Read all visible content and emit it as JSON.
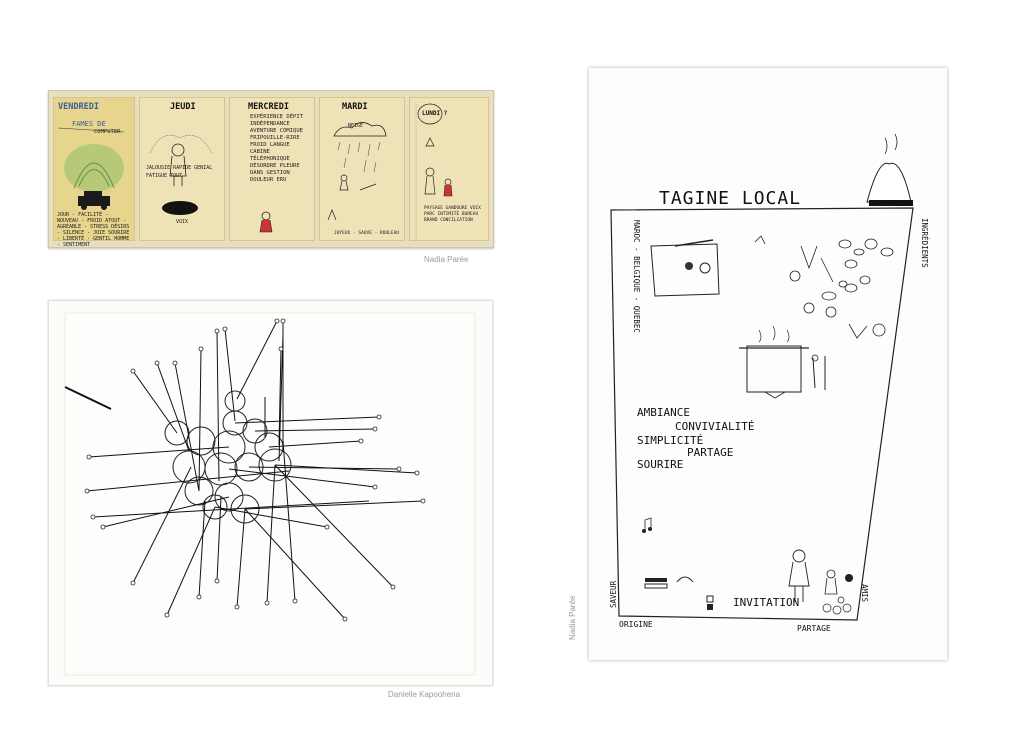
{
  "strip": {
    "days": [
      "VENDREDI",
      "JEUDI",
      "MERCREDI",
      "MARDI",
      "LUNDI ?"
    ],
    "friday_text": "FAMES DE",
    "friday_sub": "COMPUTER",
    "friday_bottom": "JOUR - FACILITÉ - NOUVEAU - FROID ATOUT - AGRÉABLE - STRESS DÉSIRS - SILENCE - JOIE SOURIRE - LIBERTÉ - GENTIL HOMME - SENTIMENT",
    "thursday_words": "JALOUSIE RAPIDE GENIAL FATIGUE TOUT",
    "thursday_bottom": "VOIX",
    "wednesday_words": "EXPÉRIENCE DÉPIT INDÉPENDANCE AVENTURE COMIQUE FRIPOUILLE-RIRE FROID LANGUE CABINE TÉLÉPHONIQUE DÉSORDRE PLEURE DANS GESTION DOULEUR ERU",
    "tuesday_word": "NEIGE",
    "tuesday_bottom": "JOYEUX - SAUVE - ROULEAU",
    "monday_words": "PAYSAGE GANDOURE VOIX PARC INTIMITÉ BUREAU BRAND CONCILIATION",
    "credit": "Nadia Parée"
  },
  "network": {
    "credit": "Danielle Kapoohena"
  },
  "tagine": {
    "title": "TAGINE  LOCAL",
    "left_vertical": "MAROC - BELGIQUE - QUEBEC",
    "right_vertical": "INGRÉDIENTS",
    "words": [
      "AMBIANCE",
      "CONVIVIALITÉ",
      "SIMPLICITÉ",
      "PARTAGE",
      "SOURIRE"
    ],
    "invitation": "INVITATION",
    "bottom_left": "ORIGINE",
    "bottom_right": "PARTAGE",
    "left_bottom_vertical": "SAVEUR",
    "right_bottom_vertical": "AMIS",
    "credit": "Nadia Parée"
  }
}
